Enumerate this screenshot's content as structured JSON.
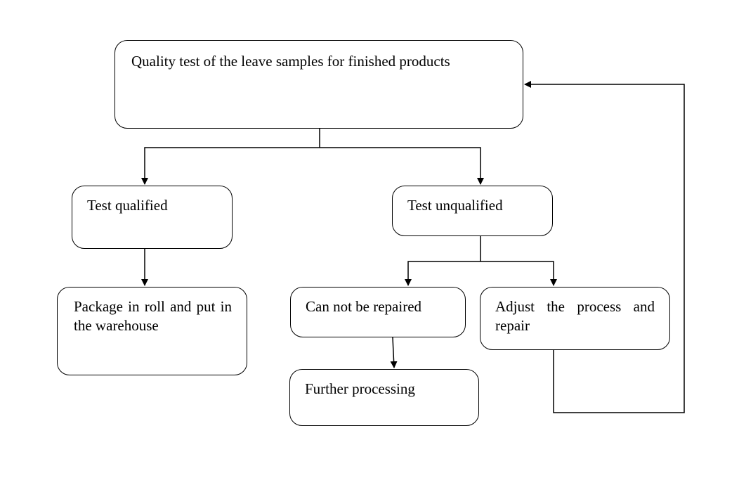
{
  "diagram": {
    "nodes": {
      "quality_test": "Quality test of the leave samples for finished products",
      "test_qualified": "Test qualified",
      "test_unqualified": "Test unqualified",
      "package": "Package in roll and put in the warehouse",
      "cannot_repair": "Can not be repaired",
      "adjust": "Adjust the process and repair",
      "further": "Further processing"
    },
    "edges": [
      {
        "from": "quality_test",
        "to": "test_qualified"
      },
      {
        "from": "quality_test",
        "to": "test_unqualified"
      },
      {
        "from": "test_qualified",
        "to": "package"
      },
      {
        "from": "test_unqualified",
        "to": "cannot_repair"
      },
      {
        "from": "test_unqualified",
        "to": "adjust"
      },
      {
        "from": "cannot_repair",
        "to": "further"
      },
      {
        "from": "adjust",
        "to": "quality_test"
      }
    ]
  }
}
